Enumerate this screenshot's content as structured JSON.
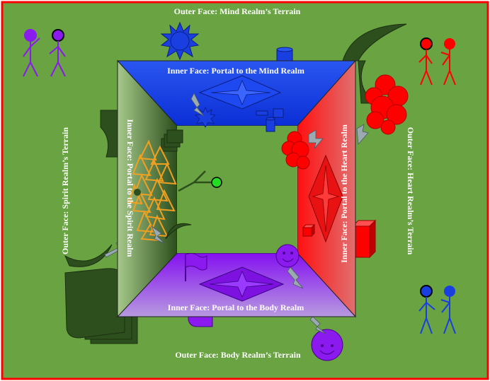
{
  "outer_faces": {
    "top": "Outer Face: Mind Realm’s Terrain",
    "right": "Outer Face: Heart Realm’s Terrain",
    "bottom": "Outer Face: Body Realm’s Terrain",
    "left": "Outer Face: Spirit Realm’s Terrain"
  },
  "inner_faces": {
    "top": "Inner Face: Portal to the Mind Realm",
    "right": "Inner Face: Portal to the Heart Realm",
    "bottom": "Inner Face: Portal to the Body Realm",
    "left": "Inner Face: Portal to the Spirit Realm"
  },
  "colors": {
    "terrain": "#6aa342",
    "frame_border": "#ff0000",
    "mind": "#1a3fe0",
    "heart": "#f01a1a",
    "body": "#8a1aee",
    "spirit": "#2d4f1e",
    "spirit_accent": "#f0a020",
    "figure_green_head": "#22dd22"
  }
}
